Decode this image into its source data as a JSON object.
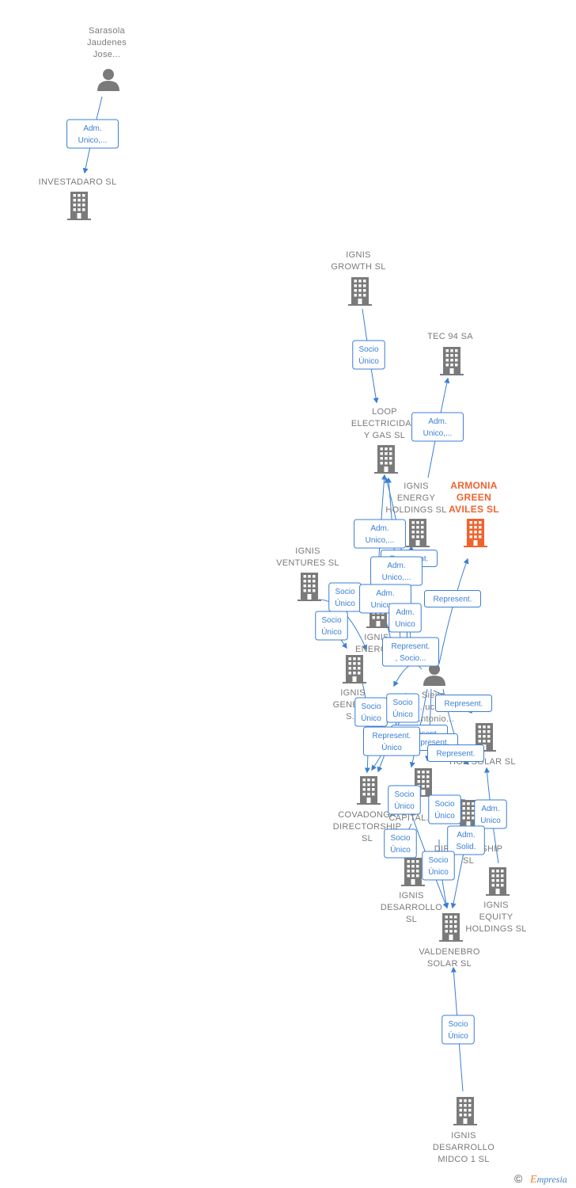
{
  "nodes": [
    {
      "id": "sarasola",
      "type": "person",
      "label": [
        "Sarasola",
        "Jaudenes",
        "Jose..."
      ]
    },
    {
      "id": "investadaro",
      "type": "company",
      "label": [
        "INVESTADARO SL"
      ]
    },
    {
      "id": "ignis_growth",
      "type": "company",
      "label": [
        "IGNIS",
        "GROWTH  SL"
      ]
    },
    {
      "id": "tec94",
      "type": "company",
      "label": [
        "TEC 94 SA"
      ]
    },
    {
      "id": "loop",
      "type": "company",
      "label": [
        "LOOP",
        "ELECTRICIDAD",
        "Y GAS  SL"
      ]
    },
    {
      "id": "ignis_energy_holdings",
      "type": "company",
      "label": [
        "IGNIS",
        "ENERGY",
        "HOLDINGS  SL"
      ]
    },
    {
      "id": "armonia",
      "type": "company",
      "highlight": true,
      "label": [
        "ARMONIA",
        "GREEN",
        "AVILES  SL"
      ]
    },
    {
      "id": "ignis_ventures",
      "type": "company",
      "label": [
        "IGNIS",
        "VENTURES  SL"
      ]
    },
    {
      "id": "ignis_energia",
      "type": "company",
      "label": [
        "IGNIS",
        "ENERGI..."
      ]
    },
    {
      "id": "ignis_generacion",
      "type": "company",
      "label": [
        "IGNIS",
        "GENER...",
        "S..."
      ]
    },
    {
      "id": "siejra",
      "type": "person",
      "label": [
        "Siejra",
        "...ucie...",
        "...ntonio..."
      ]
    },
    {
      "id": "hoz_solar",
      "type": "company",
      "label": [
        "HOZ  SOLAR SL"
      ]
    },
    {
      "id": "covadonga",
      "type": "company",
      "label": [
        "COVADONGA",
        "DIRECTORSHIP",
        "SL"
      ]
    },
    {
      "id": "capital",
      "type": "company",
      "label": [
        "CAPITAL..."
      ]
    },
    {
      "id": "directorship",
      "type": "company",
      "label": [
        "DIRECTORSHIP",
        "SL"
      ]
    },
    {
      "id": "ignis_desarrollo",
      "type": "company",
      "label": [
        "IGNIS",
        "DESARROLLO",
        "SL"
      ]
    },
    {
      "id": "ignis_equity",
      "type": "company",
      "label": [
        "IGNIS",
        "EQUITY",
        "HOLDINGS  SL"
      ]
    },
    {
      "id": "valdenebro",
      "type": "company",
      "label": [
        "VALDENEBRO",
        "SOLAR SL"
      ]
    },
    {
      "id": "ignis_midco",
      "type": "company",
      "label": [
        "IGNIS",
        "DESARROLLO",
        "MIDCO 1  SL"
      ]
    }
  ],
  "relations": [
    {
      "from": "sarasola",
      "to": "investadaro",
      "label": [
        "Adm.",
        "Unico,..."
      ]
    },
    {
      "from": "ignis_growth",
      "to": "loop",
      "label": [
        "Socio",
        "Único"
      ]
    },
    {
      "from": "ignis_energy_holdings",
      "to": "tec94",
      "label": [
        "Adm.",
        "Unico,..."
      ]
    },
    {
      "from": "ignis_energia",
      "to": "loop",
      "label": [
        "Adm.",
        "Unico,..."
      ]
    },
    {
      "from": "siejra",
      "to": "loop",
      "label": [
        "Represent."
      ]
    },
    {
      "from": "siejra",
      "to": "loop",
      "label": [
        "Adm.",
        "Unico,..."
      ]
    },
    {
      "from": "siejra",
      "to": "armonia",
      "label": [
        "Represent."
      ]
    },
    {
      "from": "ignis_ventures",
      "to": "ignis_energia",
      "label": [
        "Socio",
        "Único"
      ]
    },
    {
      "from": "ignis_ventures",
      "to": "ignis_generacion",
      "label": [
        "Socio",
        "Único"
      ]
    },
    {
      "from": "siejra",
      "to": "loop",
      "label": [
        "Adm.",
        "Unico,..."
      ]
    },
    {
      "from": "siejra",
      "to": "ignis_energy_holdings",
      "label": [
        "Adm.",
        "Unico"
      ]
    },
    {
      "from": "siejra",
      "to": "ignis_generacion",
      "label": [
        "Represent.",
        ", Socio..."
      ]
    },
    {
      "from": "ignis_generacion",
      "to": "covadonga",
      "label": [
        "Socio",
        "Único"
      ]
    },
    {
      "from": "siejra",
      "to": "covadonga",
      "label": [
        "Socio",
        "Único"
      ]
    },
    {
      "from": "siejra",
      "to": "hoz_solar",
      "label": [
        "Represent."
      ]
    },
    {
      "from": "siejra",
      "to": "covadonga",
      "label": [
        "Represent."
      ]
    },
    {
      "from": "siejra",
      "to": "capital",
      "label": [
        "Represent."
      ]
    },
    {
      "from": "siejra",
      "to": "covadonga",
      "label": [
        "Represent.",
        "Único"
      ]
    },
    {
      "from": "siejra",
      "to": "hoz_solar",
      "label": [
        "Represent."
      ]
    },
    {
      "from": "capital",
      "to": "valdenebro",
      "label": [
        "Socio",
        "Único"
      ]
    },
    {
      "from": "capital",
      "to": "directorship",
      "label": [
        "Socio",
        "Único"
      ]
    },
    {
      "from": "ignis_equity",
      "to": "hoz_solar",
      "label": [
        "Adm.",
        "Unico"
      ]
    },
    {
      "from": "capital",
      "to": "valdenebro",
      "label": [
        "Adm.",
        "Solid."
      ]
    },
    {
      "from": "capital",
      "to": "ignis_desarrollo",
      "label": [
        "Socio",
        "Único"
      ]
    },
    {
      "from": "capital",
      "to": "valdenebro",
      "label": [
        "Socio",
        "Único"
      ]
    },
    {
      "from": "ignis_midco",
      "to": "valdenebro",
      "label": [
        "Socio",
        "Único"
      ]
    }
  ],
  "colors": {
    "edge": "#3a7fd4",
    "node": "#7a7a7a",
    "highlight": "#f0632e",
    "label_text": "#7a7a7a",
    "label_box_border": "#3a7fd4",
    "label_box_text": "#3a7fd4"
  },
  "footer": {
    "copyright": "©",
    "brand": "Empresia"
  }
}
